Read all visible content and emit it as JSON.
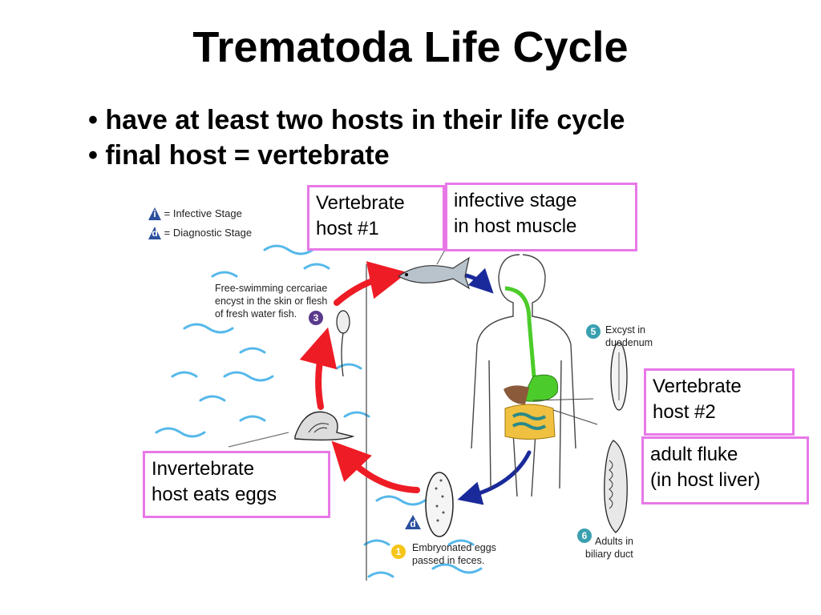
{
  "slide": {
    "title": "Trematoda Life Cycle",
    "bullets": [
      "have at least two hosts in their life cycle",
      "final host = vertebrate"
    ]
  },
  "callouts": {
    "vertebrate_host_1": [
      "Vertebrate",
      "host #1"
    ],
    "infective_stage": [
      "infective stage",
      "in host muscle"
    ],
    "vertebrate_host_2": [
      "Vertebrate",
      "host #2"
    ],
    "adult_fluke": [
      "adult fluke",
      "(in host liver)"
    ],
    "invertebrate_host": [
      "Invertebrate",
      "host eats eggs"
    ]
  },
  "legend": {
    "infective": {
      "badge": "i",
      "text": "= Infective Stage"
    },
    "diagnostic": {
      "badge": "d",
      "text": "= Diagnostic Stage"
    }
  },
  "stages": {
    "s1": {
      "num": "1",
      "lines": [
        "Embryonated eggs",
        "passed in feces."
      ]
    },
    "s3": {
      "num": "3",
      "lines": [
        "Free-swimming cercariae",
        "encyst in the skin or flesh",
        "of fresh water fish."
      ]
    },
    "s5": {
      "num": "5",
      "lines": [
        "Excyst in",
        "duodenum"
      ]
    },
    "s6": {
      "num": "6",
      "lines": [
        "Adults in",
        "biliary duct"
      ]
    }
  },
  "colors": {
    "callout_border": "#e878e8",
    "arrow_red": "#ee1c25",
    "arrow_blue": "#1a2a9a",
    "water": "#55b8ea",
    "badge_blue": "#2b4f9e",
    "badge_yellow": "#f5c518",
    "badge_teal": "#3aa0b0",
    "badge_purple": "#5a3a8c",
    "gut_green": "#4ccc2a"
  }
}
